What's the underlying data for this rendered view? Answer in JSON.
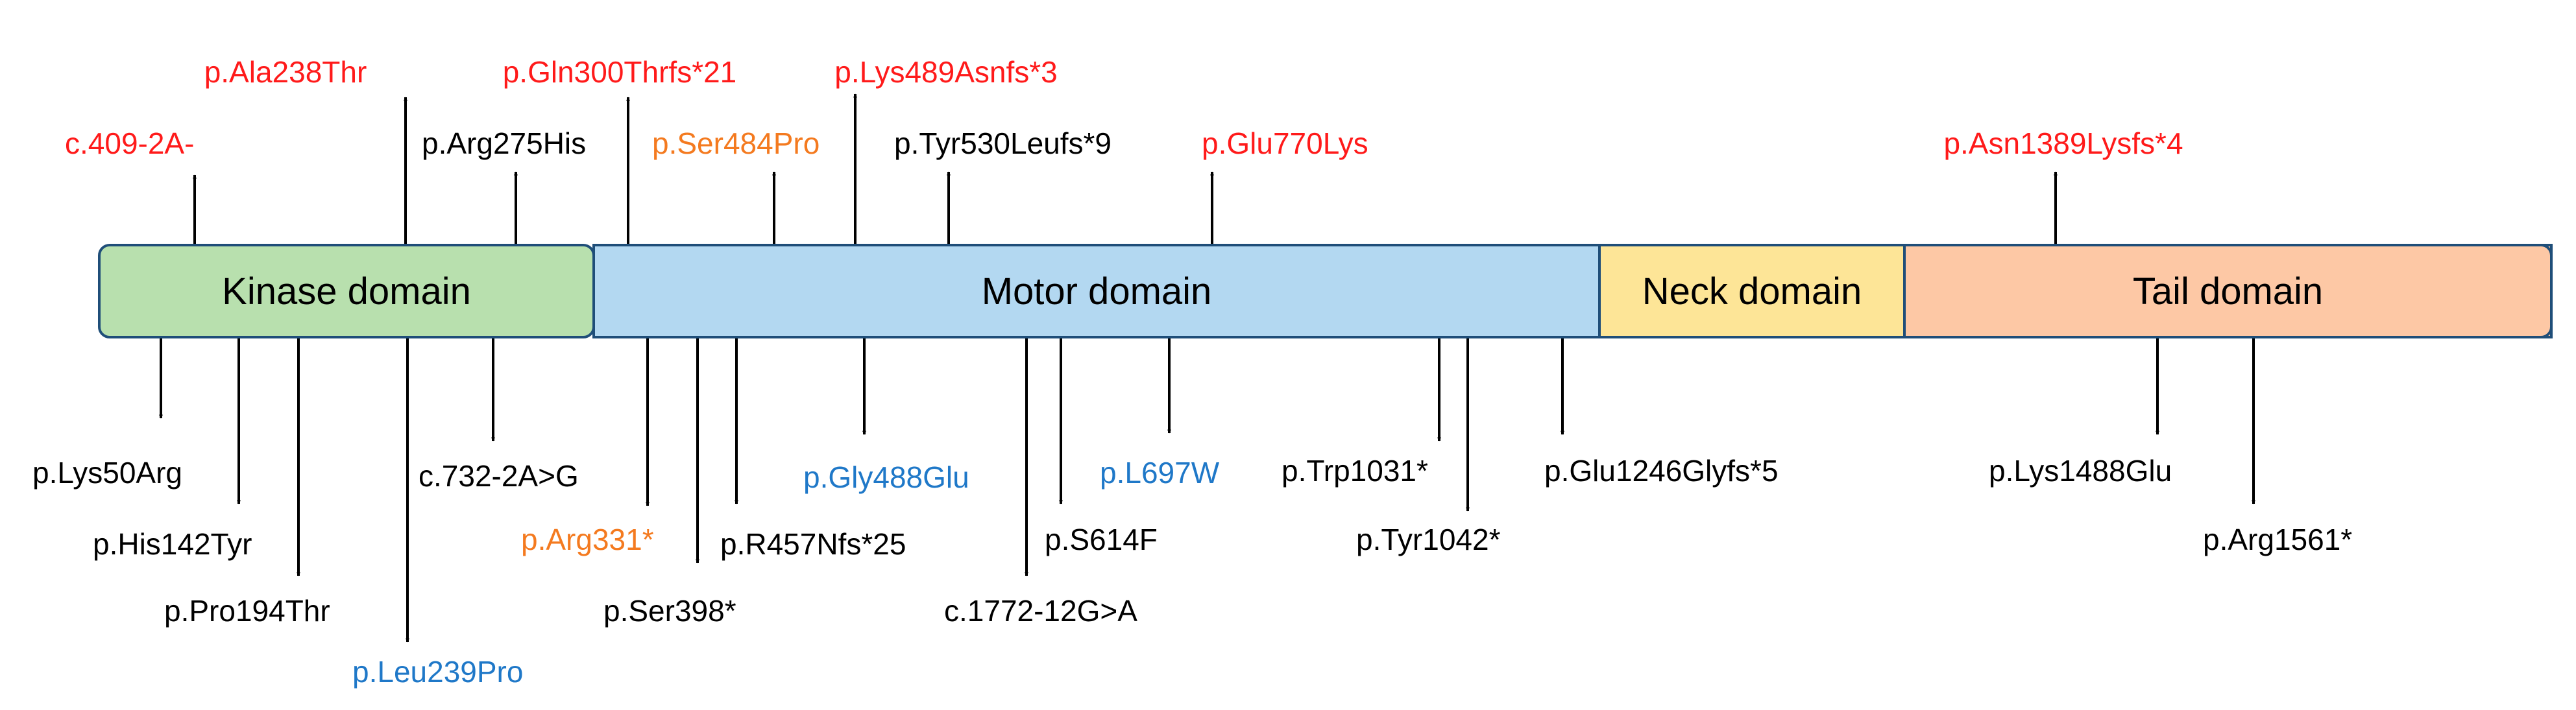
{
  "colors": {
    "red": "#ff1a1a",
    "orange": "#f47a1f",
    "blue": "#1f78c8",
    "black": "#000000",
    "kinase": "#b8e0ae",
    "motor": "#b3d8f1",
    "neck": "#fde597",
    "tail": "#fdc8a5",
    "outline": "#1f4e79"
  },
  "domains": [
    {
      "name": "Kinase domain",
      "color": "kinase"
    },
    {
      "name": "Motor domain",
      "color": "motor"
    },
    {
      "name": "Neck domain",
      "color": "neck"
    },
    {
      "name": "Tail domain",
      "color": "tail"
    }
  ],
  "mutations_above": [
    {
      "label": "c.409-2A-",
      "color": "red"
    },
    {
      "label": "p.Ala238Thr",
      "color": "red"
    },
    {
      "label": "p.Arg275His",
      "color": "black"
    },
    {
      "label": "p.Gln300Thrfs*21",
      "color": "red"
    },
    {
      "label": "p.Ser484Pro",
      "color": "orange"
    },
    {
      "label": "p.Lys489Asnfs*3",
      "color": "red"
    },
    {
      "label": "p.Tyr530Leufs*9",
      "color": "black"
    },
    {
      "label": "p.Glu770Lys",
      "color": "red"
    },
    {
      "label": "p.Asn1389Lysfs*4",
      "color": "red"
    }
  ],
  "mutations_below": [
    {
      "label": "p.Lys50Arg",
      "color": "black"
    },
    {
      "label": "p.His142Tyr",
      "color": "black"
    },
    {
      "label": "p.Pro194Thr",
      "color": "black"
    },
    {
      "label": "p.Leu239Pro",
      "color": "blue"
    },
    {
      "label": "c.732-2A>G",
      "color": "black"
    },
    {
      "label": "p.Arg331*",
      "color": "orange"
    },
    {
      "label": "p.Ser398*",
      "color": "black"
    },
    {
      "label": "p.R457Nfs*25",
      "color": "black"
    },
    {
      "label": "p.Gly488Glu",
      "color": "blue"
    },
    {
      "label": "c.1772-12G>A",
      "color": "black"
    },
    {
      "label": "p.S614F",
      "color": "black"
    },
    {
      "label": "p.L697W",
      "color": "blue"
    },
    {
      "label": "p.Trp1031*",
      "color": "black"
    },
    {
      "label": "p.Tyr1042*",
      "color": "black"
    },
    {
      "label": "p.Glu1246Glyfs*5",
      "color": "black"
    },
    {
      "label": "p.Lys1488Glu",
      "color": "black"
    },
    {
      "label": "p.Arg1561*",
      "color": "black"
    }
  ]
}
